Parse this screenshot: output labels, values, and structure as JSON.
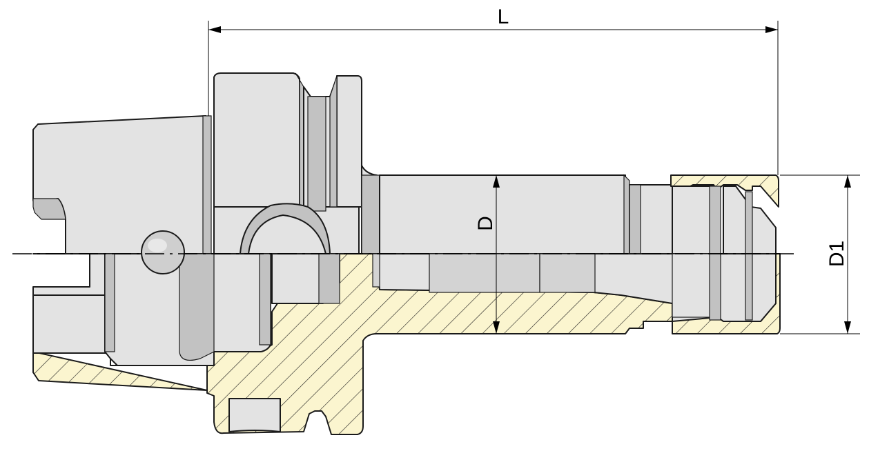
{
  "dimensions": {
    "length_label": "L",
    "diameter_label": "D",
    "outer_diameter_label": "D1"
  },
  "colors": {
    "body_fill": "#e3e3e3",
    "shade_fill": "#c2c2c2",
    "section_fill": "#fbf5cf",
    "outline": "#1a1a1a"
  }
}
